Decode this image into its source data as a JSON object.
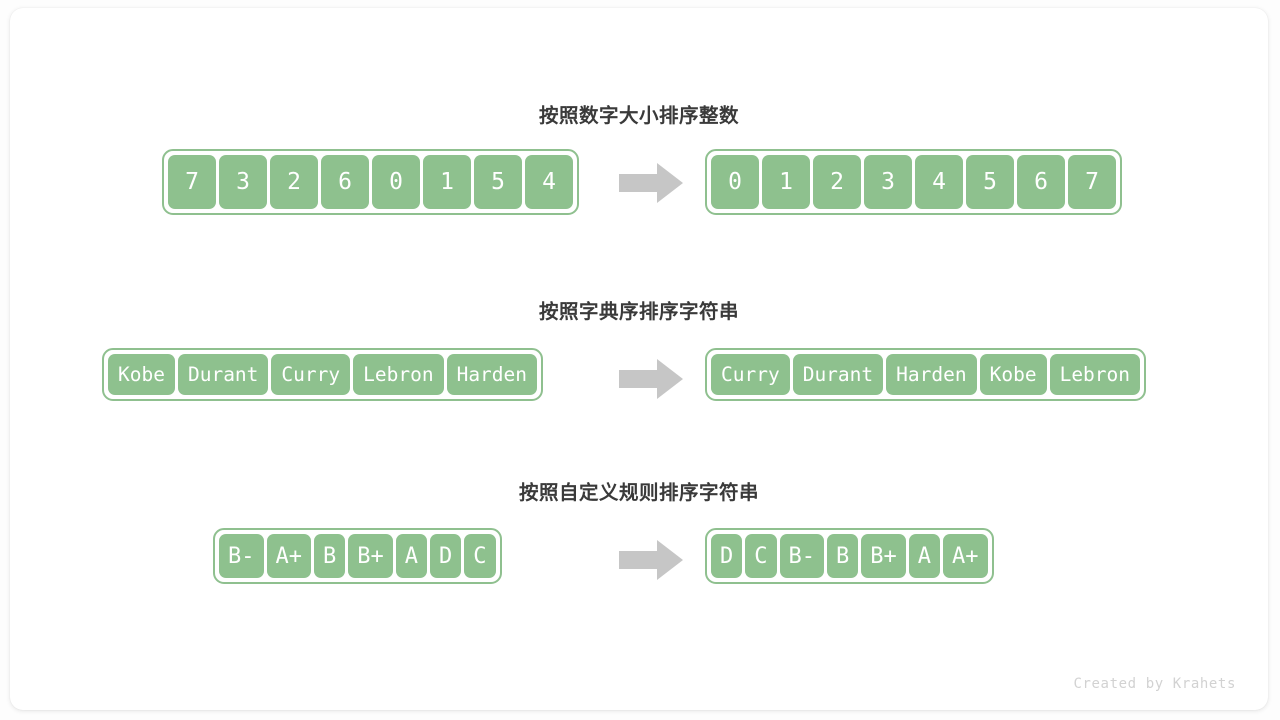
{
  "card": {
    "background": "#ffffff",
    "accent": "#8ec18e",
    "title_color": "#3a3a3a",
    "arrow_color": "#c6c6c6"
  },
  "sections": [
    {
      "title": "按照数字大小排序整数",
      "before": [
        "7",
        "3",
        "2",
        "6",
        "0",
        "1",
        "5",
        "4"
      ],
      "after": [
        "0",
        "1",
        "2",
        "3",
        "4",
        "5",
        "6",
        "7"
      ],
      "arrow": "right-arrow-icon"
    },
    {
      "title": "按照字典序排序字符串",
      "before": [
        "Kobe",
        "Durant",
        "Curry",
        "Lebron",
        "Harden"
      ],
      "after": [
        "Curry",
        "Durant",
        "Harden",
        "Kobe",
        "Lebron"
      ],
      "arrow": "right-arrow-icon"
    },
    {
      "title": "按照自定义规则排序字符串",
      "before": [
        "B-",
        "A+",
        "B",
        "B+",
        "A",
        "D",
        "C"
      ],
      "after": [
        "D",
        "C",
        "B-",
        "B",
        "B+",
        "A",
        "A+"
      ],
      "arrow": "right-arrow-icon"
    }
  ],
  "footer": {
    "credit": "Created by Krahets"
  }
}
